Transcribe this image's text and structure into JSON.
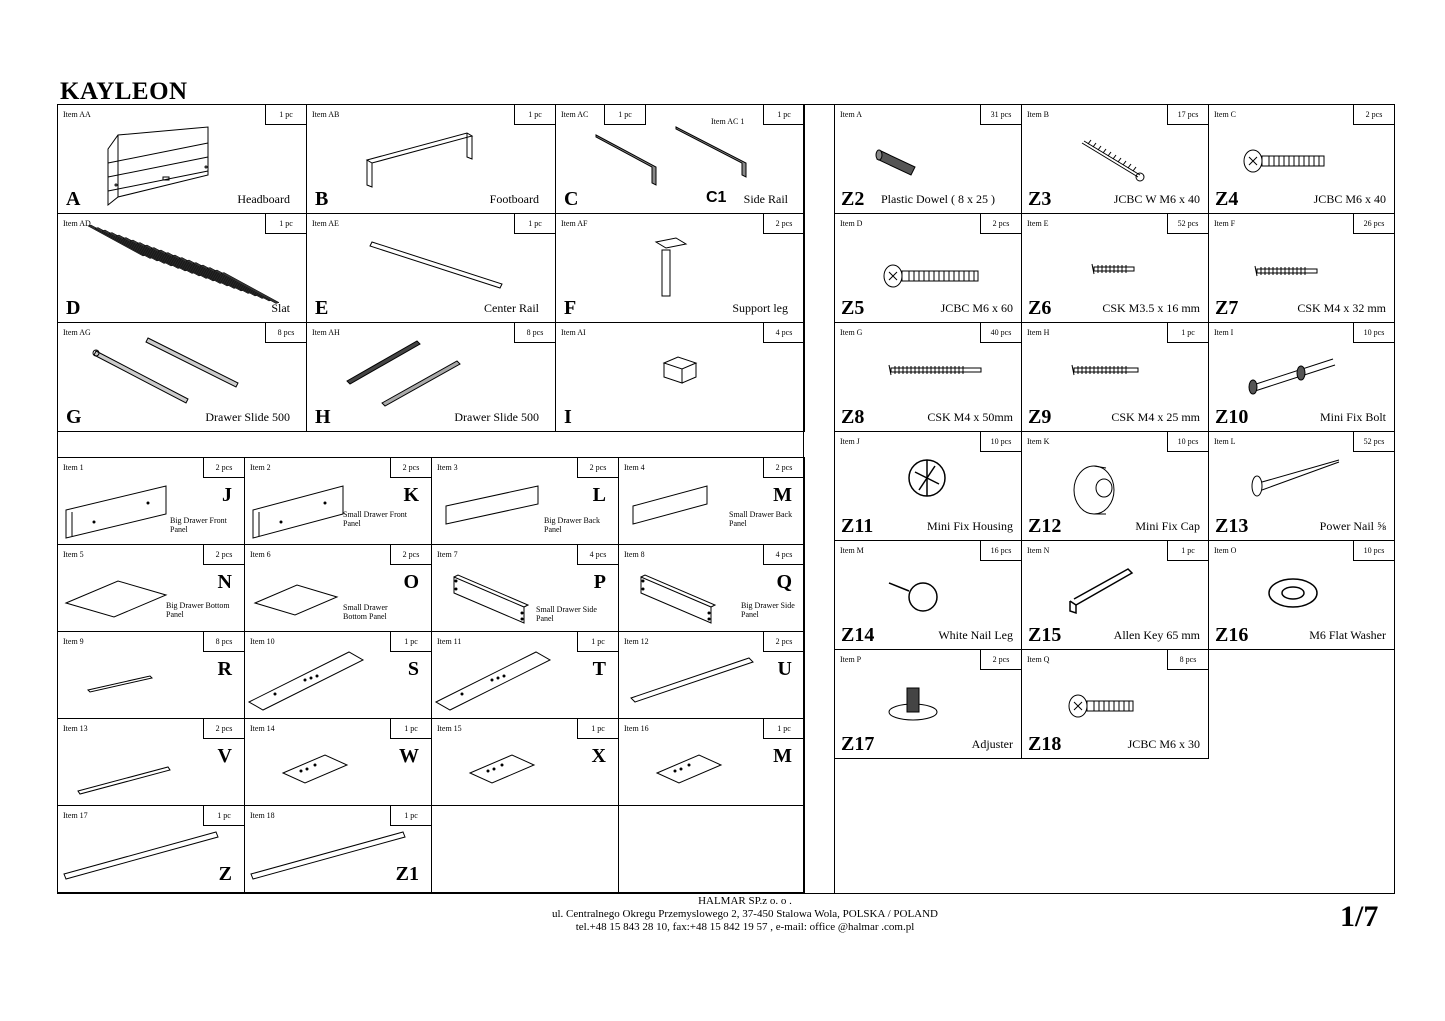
{
  "title": "KAYLEON",
  "main_parts": [
    {
      "item": "Item AA",
      "qty": "1 pc",
      "letter": "A",
      "name": "Headboard"
    },
    {
      "item": "Item AB",
      "qty": "1 pc",
      "letter": "B",
      "name": "Footboard"
    },
    {
      "item": "Item AC",
      "qty": "1 pc",
      "letter": "C",
      "name": "Side Rail",
      "item2": "Item AC 1",
      "qty2": "1 pc",
      "letter2": "C1"
    },
    {
      "item": "Item AD",
      "qty": "1 pc",
      "letter": "D",
      "name": "Slat"
    },
    {
      "item": "Item AE",
      "qty": "1 pc",
      "letter": "E",
      "name": "Center Rail"
    },
    {
      "item": "Item AF",
      "qty": "2 pcs",
      "letter": "F",
      "name": "Support leg"
    },
    {
      "item": "Item AG",
      "qty": "8 pcs",
      "letter": "G",
      "name": "Drawer Slide 500"
    },
    {
      "item": "Item AH",
      "qty": "8 pcs",
      "letter": "H",
      "name": "Drawer Slide 500"
    },
    {
      "item": "Item AI",
      "qty": "4 pcs",
      "letter": "I",
      "name": ""
    }
  ],
  "drawer_parts": [
    {
      "item": "Item 1",
      "qty": "2 pcs",
      "letter": "J",
      "name": "Big Drawer Front Panel"
    },
    {
      "item": "Item 2",
      "qty": "2 pcs",
      "letter": "K",
      "name": "Small Drawer Front Panel"
    },
    {
      "item": "Item 3",
      "qty": "2 pcs",
      "letter": "L",
      "name": "Big Drawer Back Panel"
    },
    {
      "item": "Item 4",
      "qty": "2 pcs",
      "letter": "M",
      "name": "Small Drawer Back Panel"
    },
    {
      "item": "Item 5",
      "qty": "2 pcs",
      "letter": "N",
      "name": "Big Drawer Bottom Panel"
    },
    {
      "item": "Item 6",
      "qty": "2 pcs",
      "letter": "O",
      "name": "Small Drawer Bottom Panel"
    },
    {
      "item": "Item 7",
      "qty": "4 pcs",
      "letter": "P",
      "name": "Small Drawer Side Panel"
    },
    {
      "item": "Item 8",
      "qty": "4 pcs",
      "letter": "Q",
      "name": "Big Drawer Side Panel"
    },
    {
      "item": "Item 9",
      "qty": "8 pcs",
      "letter": "R",
      "name": ""
    },
    {
      "item": "Item 10",
      "qty": "1 pc",
      "letter": "S",
      "name": ""
    },
    {
      "item": "Item 11",
      "qty": "1 pc",
      "letter": "T",
      "name": ""
    },
    {
      "item": "Item 12",
      "qty": "2 pcs",
      "letter": "U",
      "name": ""
    },
    {
      "item": "Item 13",
      "qty": "2 pcs",
      "letter": "V",
      "name": ""
    },
    {
      "item": "Item 14",
      "qty": "1 pc",
      "letter": "W",
      "name": ""
    },
    {
      "item": "Item 15",
      "qty": "1 pc",
      "letter": "X",
      "name": ""
    },
    {
      "item": "Item 16",
      "qty": "1 pc",
      "letter": "M",
      "name": ""
    },
    {
      "item": "Item 17",
      "qty": "1 pc",
      "letter": "Z",
      "name": ""
    },
    {
      "item": "Item 18",
      "qty": "1 pc",
      "letter": "Z1",
      "name": ""
    }
  ],
  "hardware": [
    {
      "item": "Item A",
      "qty": "31 pcs",
      "code": "Z2",
      "name": "Plastic Dowel ( 8 x 25 )"
    },
    {
      "item": "Item B",
      "qty": "17 pcs",
      "code": "Z3",
      "name": "JCBC W M6 x 40"
    },
    {
      "item": "Item C",
      "qty": "2 pcs",
      "code": "Z4",
      "name": "JCBC M6 x 40"
    },
    {
      "item": "Item D",
      "qty": "2 pcs",
      "code": "Z5",
      "name": "JCBC M6 x 60"
    },
    {
      "item": "Item E",
      "qty": "52 pcs",
      "code": "Z6",
      "name": "CSK M3.5 x 16 mm"
    },
    {
      "item": "Item F",
      "qty": "26 pcs",
      "code": "Z7",
      "name": "CSK M4 x 32 mm"
    },
    {
      "item": "Item G",
      "qty": "40 pcs",
      "code": "Z8",
      "name": "CSK M4 x 50mm"
    },
    {
      "item": "Item H",
      "qty": "1 pc",
      "code": "Z9",
      "name": "CSK M4 x 25 mm"
    },
    {
      "item": "Item I",
      "qty": "10 pcs",
      "code": "Z10",
      "name": "Mini Fix Bolt"
    },
    {
      "item": "Item J",
      "qty": "10 pcs",
      "code": "Z11",
      "name": "Mini Fix Housing"
    },
    {
      "item": "Item K",
      "qty": "10 pcs",
      "code": "Z12",
      "name": "Mini Fix Cap"
    },
    {
      "item": "Item L",
      "qty": "52 pcs",
      "code": "Z13",
      "name": "Power Nail ⅝"
    },
    {
      "item": "Item M",
      "qty": "16 pcs",
      "code": "Z14",
      "name": "White Nail Leg"
    },
    {
      "item": "Item N",
      "qty": "1 pc",
      "code": "Z15",
      "name": "Allen Key 65 mm"
    },
    {
      "item": "Item O",
      "qty": "10 pcs",
      "code": "Z16",
      "name": "M6 Flat Washer"
    },
    {
      "item": "Item P",
      "qty": "2 pcs",
      "code": "Z17",
      "name": "Adjuster"
    },
    {
      "item": "Item Q",
      "qty": "8 pcs",
      "code": "Z18",
      "name": "JCBC M6 x 30"
    }
  ],
  "footer": {
    "company": "HALMAR SP.z o. o .",
    "address": "ul. Centralnego Okregu Przemyslowego 2, 37-450 Stalowa Wola, POLSKA / POLAND",
    "contact": "tel.+48 15 843 28 10, fax:+48 15 842 19 57 , e-mail: office @halmar .com.pl",
    "page": "1/7"
  }
}
